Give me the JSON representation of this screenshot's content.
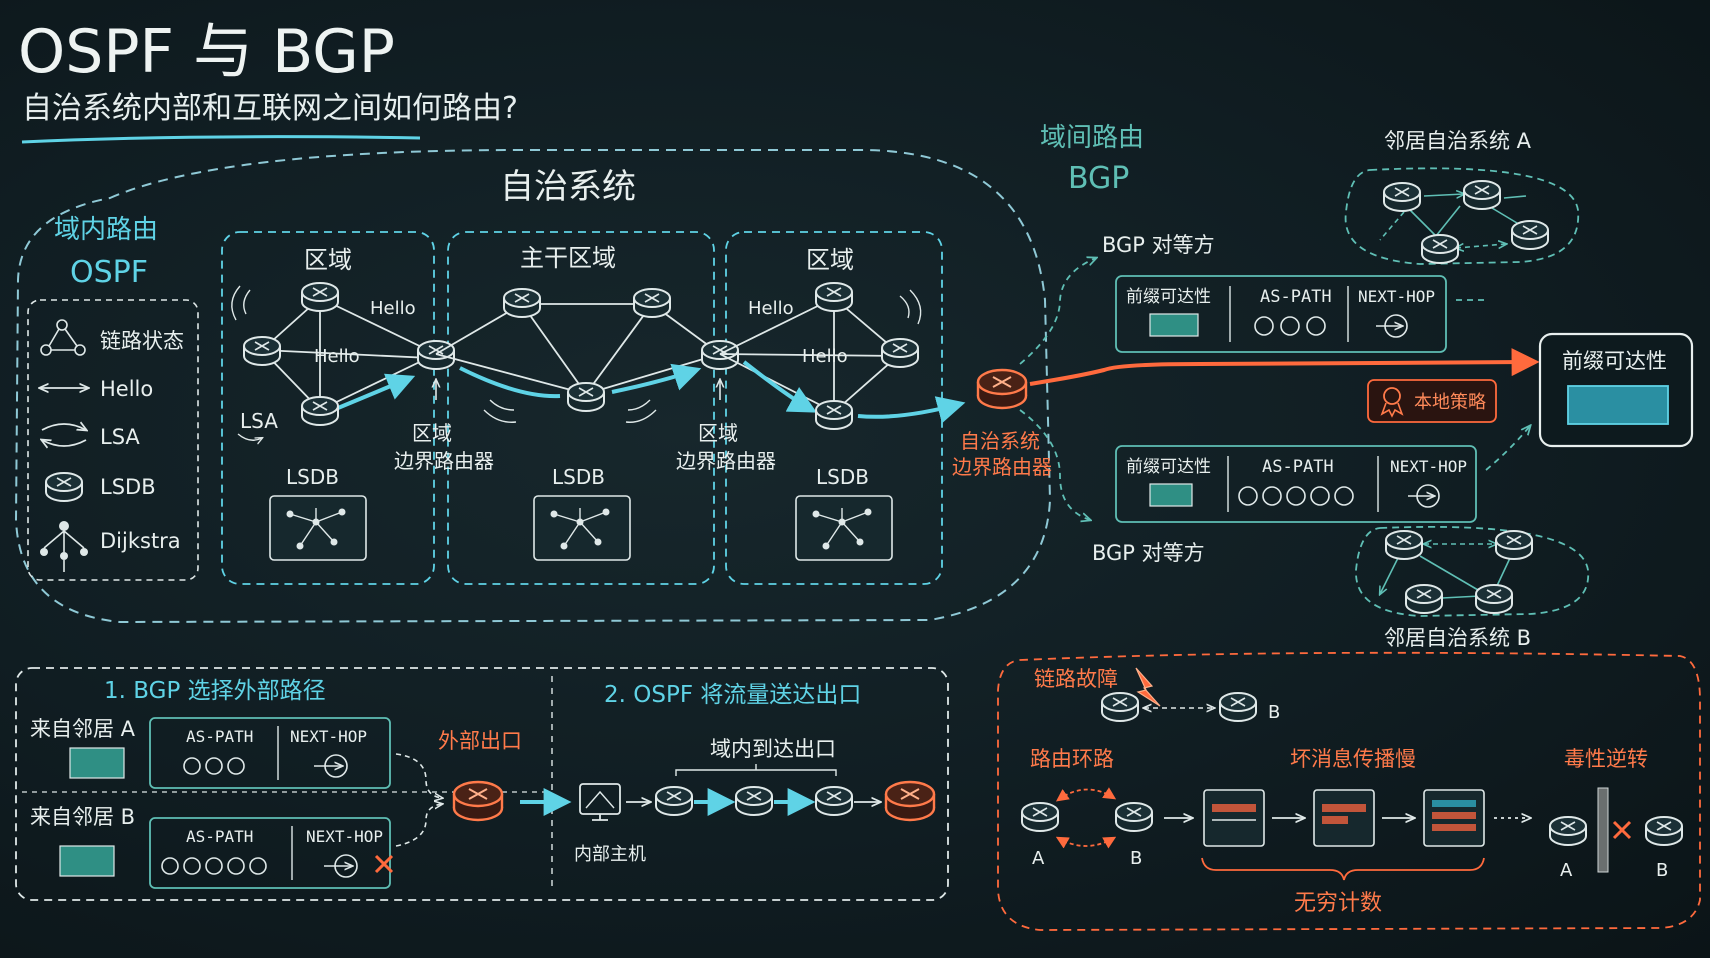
{
  "header": {
    "title": "OSPF 与 BGP",
    "subtitle": "自治系统内部和互联网之间如何路由?"
  },
  "as": {
    "title": "自治系统",
    "intra_label": "域内路由",
    "intra_protocol": "OSPF",
    "area_left": "区域",
    "area_backbone": "主干区域",
    "area_right": "区域",
    "hello": "Hello",
    "lsa": "LSA",
    "lsdb": "LSDB",
    "abr_label_line1": "区域",
    "abr_label_line2": "边界路由器",
    "asbr_line1": "自治系统",
    "asbr_line2": "边界路由器"
  },
  "legend": {
    "items": [
      {
        "icon": "link-state-icon",
        "label": "链路状态"
      },
      {
        "icon": "hello-arrow-icon",
        "label": "Hello"
      },
      {
        "icon": "lsa-cycle-icon",
        "label": "LSA"
      },
      {
        "icon": "lsdb-router-icon",
        "label": "LSDB"
      },
      {
        "icon": "dijkstra-tree-icon",
        "label": "Dijkstra"
      }
    ]
  },
  "bgp": {
    "inter_label": "域间路由",
    "protocol": "BGP",
    "peer_label": "BGP 对等方",
    "prefix_label": "前缀可达性",
    "as_path_label": "AS-PATH",
    "next_hop_label": "NEXT-HOP",
    "local_policy": "本地策略",
    "reachability_target": "前缀可达性",
    "neighbor_a": "邻居自治系统 A",
    "neighbor_b": "邻居自治系统 B"
  },
  "steps": {
    "step1_title": "1. BGP 选择外部路径",
    "step2_title": "2. OSPF 将流量送达出口",
    "from_a": "来自邻居 A",
    "from_b": "来自邻居 B",
    "as_path": "AS-PATH",
    "next_hop": "NEXT-HOP",
    "exit_label": "外部出口",
    "intra_reach": "域内到达出口",
    "internal_host": "内部主机"
  },
  "loop": {
    "link_failure": "链路故障",
    "routing_loop": "路由环路",
    "bad_news": "坏消息传播慢",
    "poison_reverse": "毒性逆转",
    "count_to_infinity": "无穷计数",
    "label_a": "A",
    "label_b": "B"
  },
  "colors": {
    "background": "#101d22",
    "chalk": "#e8efee",
    "cyan": "#5fd3e6",
    "teal": "#3aa6a0",
    "orange": "#ff6a3d",
    "dashed": "#8fc9d6"
  }
}
